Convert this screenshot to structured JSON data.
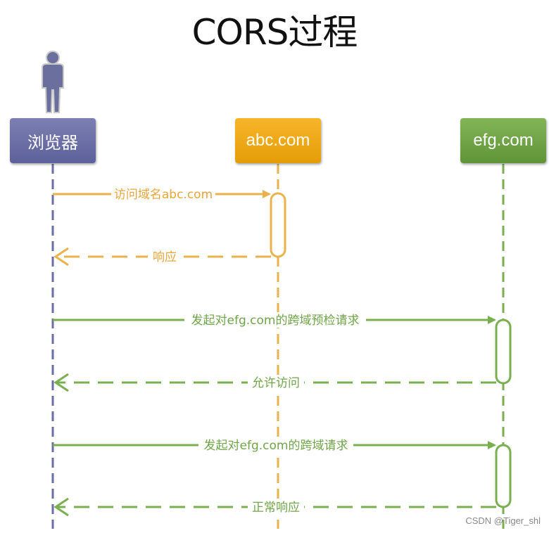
{
  "title": "CORS过程",
  "actors": {
    "browser": "浏览器",
    "abc": "abc.com",
    "efg": "efg.com"
  },
  "messages": {
    "m1": "访问域名abc.com",
    "m2": "响应",
    "m3": "发起对efg.com的跨域预检请求",
    "m4": "允许访问",
    "m5": "发起对efg.com的跨域请求",
    "m6": "正常响应"
  },
  "watermark": "CSDN @Tiger_shl",
  "colors": {
    "browser": "#6a6ea7",
    "abc": "#f0a20e",
    "efg": "#6fa548",
    "abc_line": "#e9b24a",
    "efg_line": "#79b04f",
    "browser_line": "#6a6ea7"
  }
}
